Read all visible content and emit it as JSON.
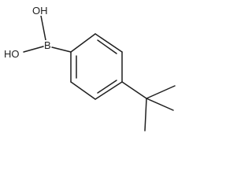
{
  "molecule": {
    "atoms": {
      "oh_top": "OH",
      "oh_left": "HO",
      "boron": "B"
    }
  },
  "colors": {
    "bond": "#1f1f1f",
    "background": "#ffffff"
  }
}
